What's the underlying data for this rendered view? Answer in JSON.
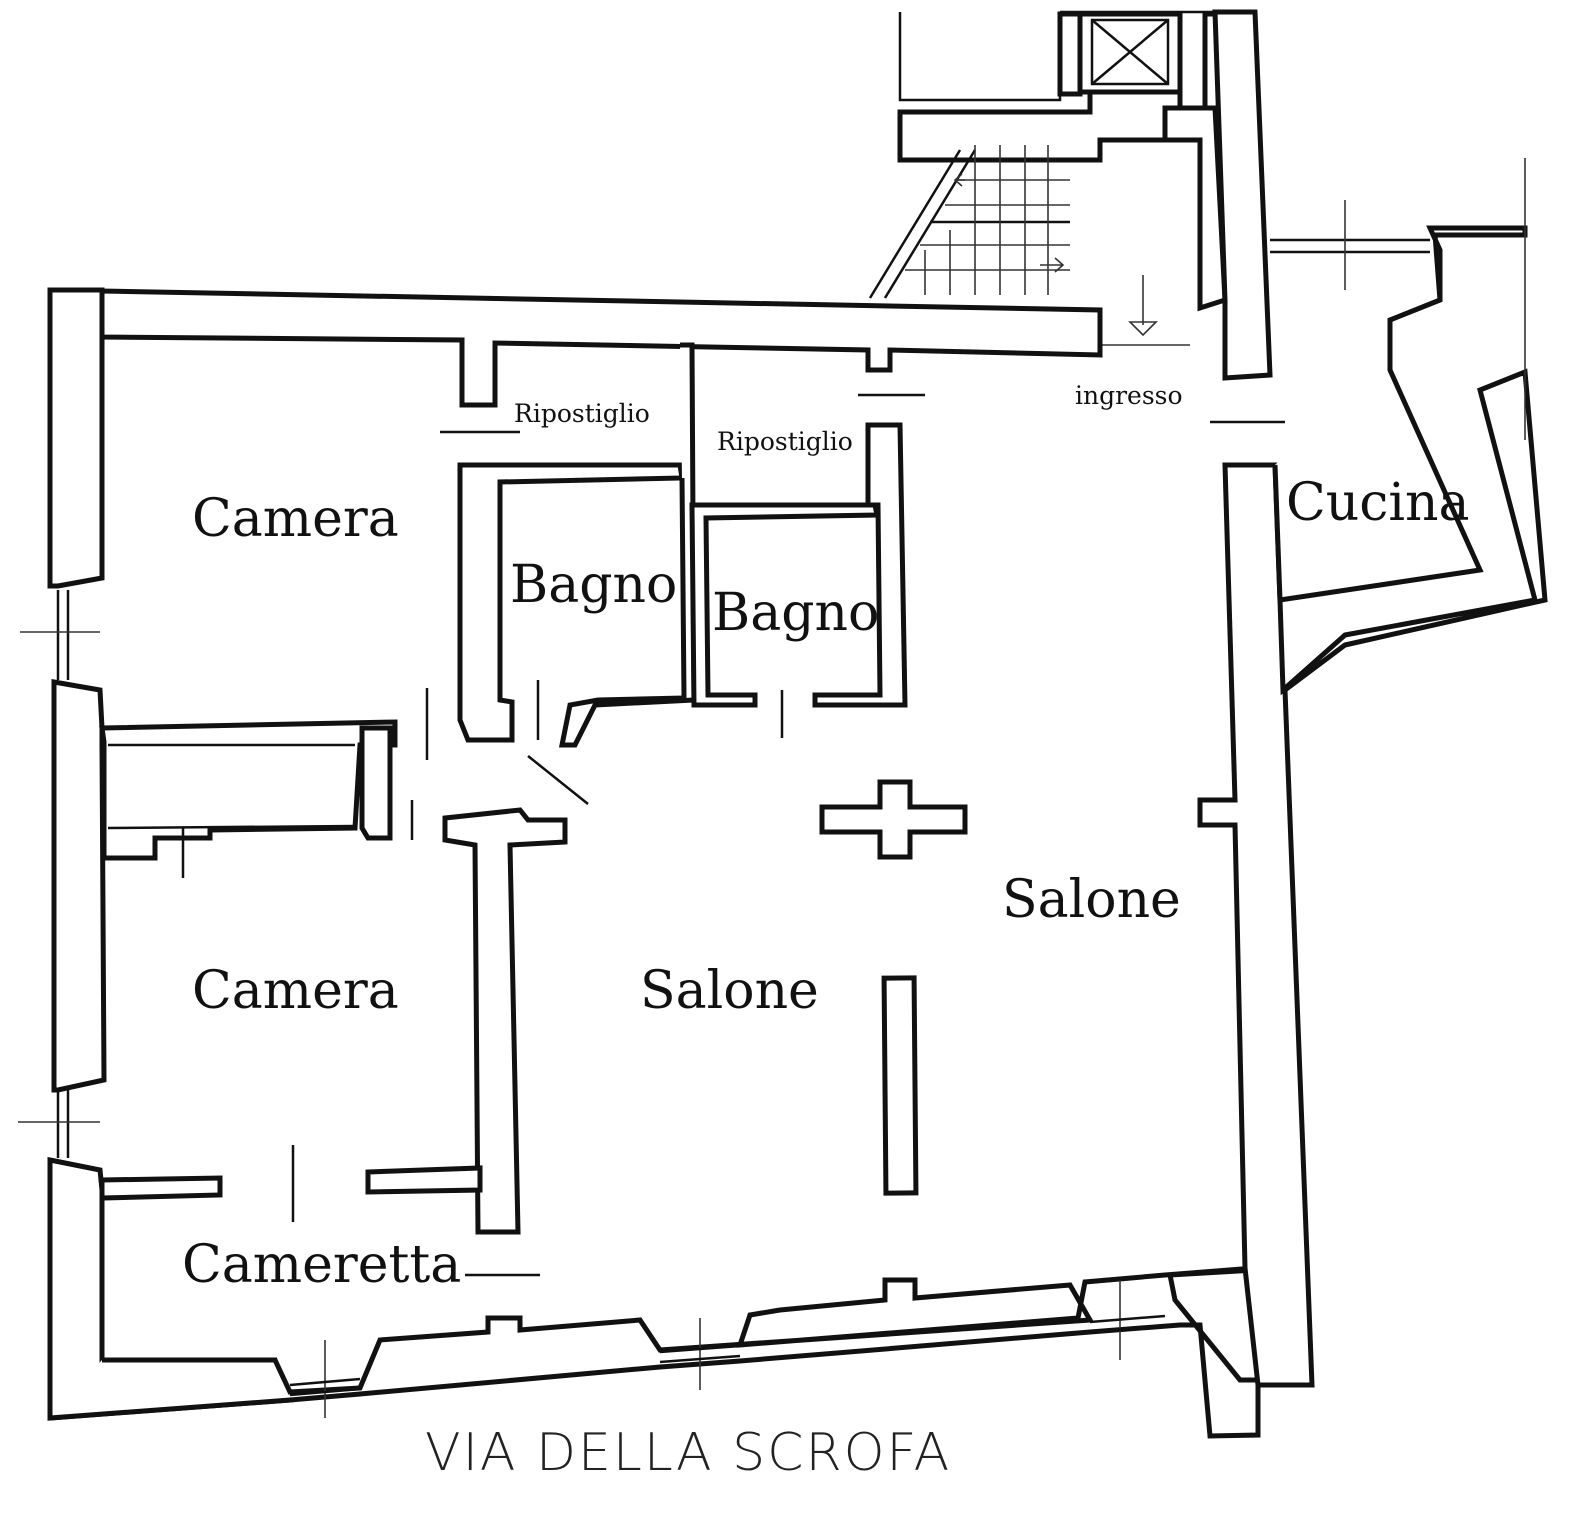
{
  "rooms": {
    "camera_top": "Camera",
    "camera_bottom": "Camera",
    "cameretta": "Cameretta",
    "ripostiglio_left": "Ripostiglio",
    "ripostiglio_right": "Ripostiglio",
    "bagno_left": "Bagno",
    "bagno_right": "Bagno",
    "salone_left": "Salone",
    "salone_right": "Salone",
    "ingresso": "ingresso",
    "cucina": "Cucina"
  },
  "street": "VIA DELLA SCROFA"
}
